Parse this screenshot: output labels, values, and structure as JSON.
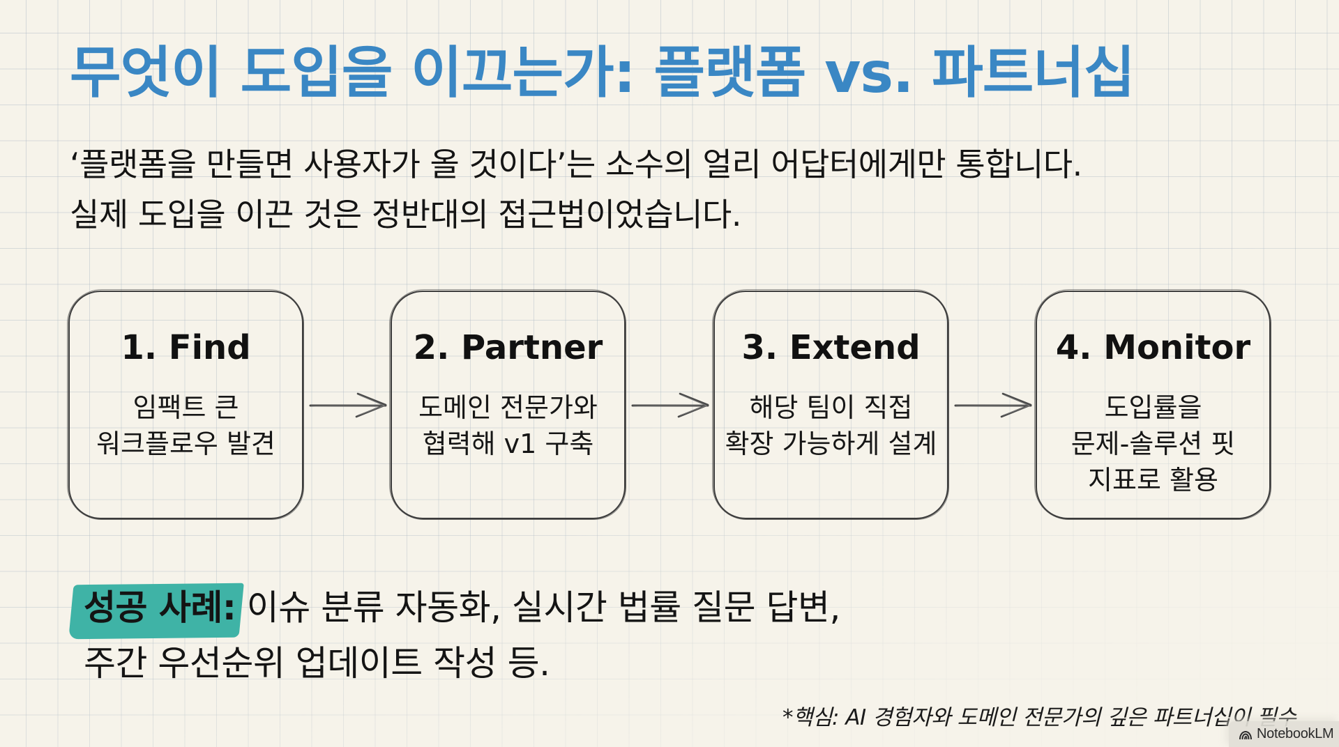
{
  "slide": {
    "title": "무엇이 도입을 이끄는가: 플랫폼 vs. 파트너십",
    "subtitle_lines": [
      "‘플랫폼을 만들면 사용자가 올 것이다’는 소수의 얼리 어답터에게만 통합니다.",
      "실제 도입을 이끈 것은 정반대의 접근법이었습니다."
    ],
    "steps": [
      {
        "heading": "1. Find",
        "body_lines": [
          "임팩트 큰",
          "워크플로우 발견"
        ]
      },
      {
        "heading": "2. Partner",
        "body_lines": [
          "도메인 전문가와",
          "협력해 v1 구축"
        ]
      },
      {
        "heading": "3. Extend",
        "body_lines": [
          "해당 팀이 직접",
          "확장 가능하게 설계"
        ]
      },
      {
        "heading": "4. Monitor",
        "body_lines": [
          "도입률을",
          "문제-솔루션 핏",
          "지표로 활용"
        ]
      }
    ],
    "success": {
      "label": "성공 사례:",
      "line1_rest": " 이슈 분류 자동화, 실시간 법률 질문 답변,",
      "line2": "주간 우선순위 업데이트 작성 등."
    },
    "footnote": "*핵심: AI 경험자와 도메인 전문가의 깊은 파트너십이 필수",
    "watermark": {
      "label": "NotebookLM",
      "icon": "notebooklm-logo-icon"
    },
    "colors": {
      "background": "#f6f3ea",
      "title": "#3a87c4",
      "text": "#141414",
      "highlight": "#3fb3a6",
      "box_border": "#3c3c3c",
      "grid": "#c4cdd6"
    }
  }
}
